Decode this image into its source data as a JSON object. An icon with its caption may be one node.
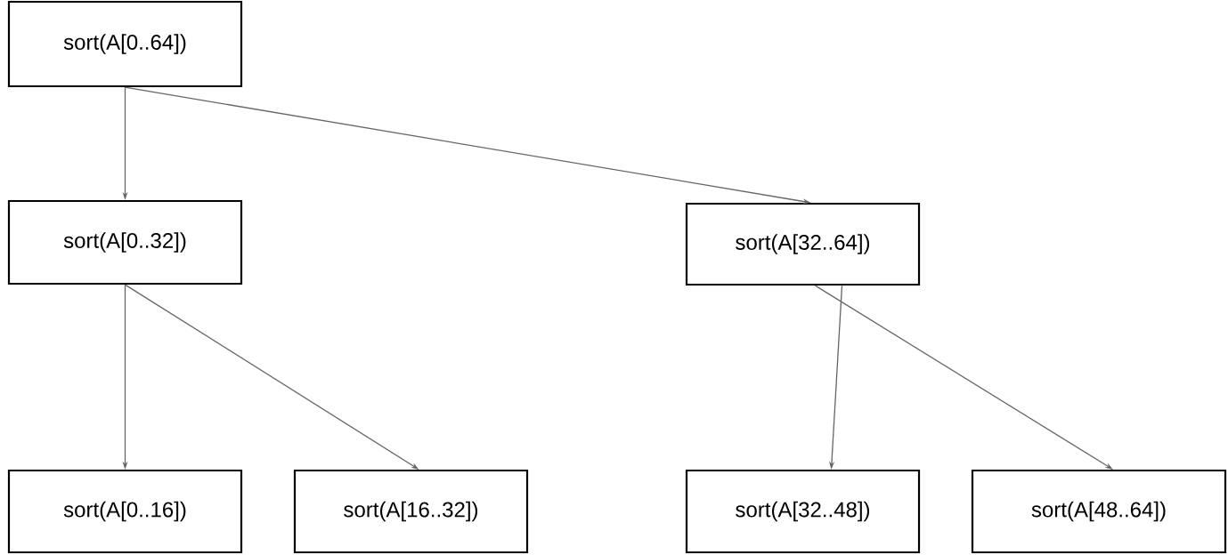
{
  "diagram": {
    "nodes": [
      {
        "text": [
          "sort(A[0..64])"
        ]
      },
      {
        "text": [
          "sort(A[0..32])"
        ]
      },
      {
        "text": [
          "sort(A[32..64])"
        ]
      },
      {
        "text": [
          "sort(A[0..16])"
        ]
      },
      {
        "text": [
          "sort(A[16..32])"
        ]
      },
      {
        "text": [
          "sort(A[32..48])"
        ]
      },
      {
        "text": [
          "sort(A[48..64])"
        ]
      }
    ],
    "edges": [
      {
        "from": 0,
        "to": 1,
        "arrow": "to"
      },
      {
        "from": 0,
        "to": 2,
        "arrow": "to"
      },
      {
        "from": 1,
        "to": 3,
        "arrow": "to"
      },
      {
        "from": 1,
        "to": 4,
        "arrow": "to"
      },
      {
        "from": 2,
        "to": 5,
        "arrow": "to"
      },
      {
        "from": 2,
        "to": 6,
        "arrow": "to"
      }
    ]
  }
}
